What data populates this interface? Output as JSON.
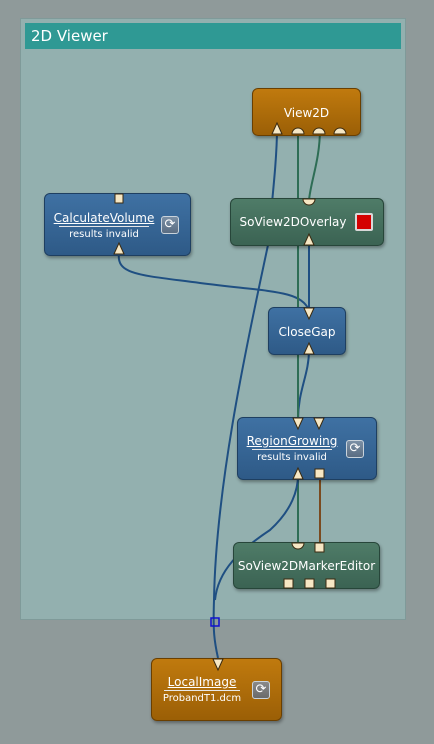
{
  "panel": {
    "title": "2D Viewer"
  },
  "nodes": {
    "view2d": {
      "title": "View2D",
      "color": "#b06d09"
    },
    "calculate_volume": {
      "title": "CalculateVolume",
      "status": "results invalid",
      "color": "#3a6a9b"
    },
    "so_view2d_overlay": {
      "title": "SoView2DOverlay",
      "color": "#466f5d"
    },
    "close_gap": {
      "title": "CloseGap",
      "color": "#3a6a9b"
    },
    "region_growing": {
      "title": "RegionGrowing",
      "status": "results invalid",
      "color": "#3a6a9b"
    },
    "so_view2d_marker_editor": {
      "title": "SoView2DMarkerEditor",
      "color": "#466f5d"
    },
    "local_image": {
      "title": "LocalImage",
      "file": "ProbandT1.dcm",
      "color": "#b06d09"
    }
  },
  "icons": {
    "refresh": "refresh-icon",
    "record": "record-icon"
  },
  "colors": {
    "panel_header": "#2f9994",
    "panel_background": "#93b0af",
    "wire_blue": "#1f4f82",
    "wire_green": "#2e6d55",
    "wire_brown": "#7a4a1f"
  }
}
